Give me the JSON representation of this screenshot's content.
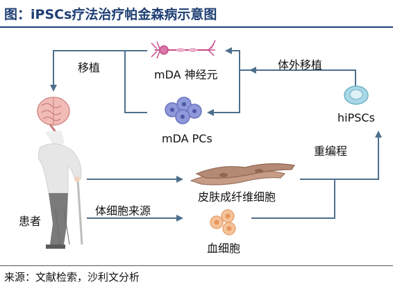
{
  "title": "图：iPSCs疗法治疗帕金森病示意图",
  "nodes": {
    "mda_neuron": "mDA 神经元",
    "mda_pcs": "mDA PCs",
    "hipscs": "hiPSCs",
    "patient": "患者",
    "fibroblast": "皮肤成纤维细胞",
    "blood_cell": "血细胞"
  },
  "edges": {
    "transplant": "移植",
    "in_vitro_transplant": "体外移植",
    "reprogramming": "重编程",
    "somatic_source": "体细胞来源"
  },
  "source": "来源：文献检索，沙利文分析",
  "colors": {
    "title": "#1f3f73",
    "arrow": "#4e6f8c",
    "brain": "#e8a7a4",
    "neuron": "#c64a8a",
    "progenitor": "#7b86cf",
    "ipsc": "#8ec9dc",
    "fibroblast": "#b58a74",
    "blood": "#f2b27f"
  }
}
